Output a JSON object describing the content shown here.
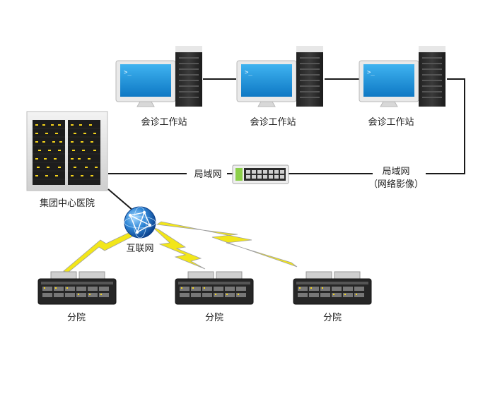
{
  "workstations": [
    {
      "label": "会诊工作站"
    },
    {
      "label": "会诊工作站"
    },
    {
      "label": "会诊工作站"
    }
  ],
  "hub": {
    "label": "集团中心医院"
  },
  "lan": {
    "left_label": "局域网",
    "right_label_line1": "局域网",
    "right_label_line2": "（网络影像）"
  },
  "internet": {
    "label": "互联网"
  },
  "branches": [
    {
      "label": "分院"
    },
    {
      "label": "分院"
    },
    {
      "label": "分院"
    }
  ],
  "colors": {
    "screen_blue": "#1d8fd6",
    "line_dark": "#1a1a1a",
    "lightning_yellow": "#f2e61a",
    "globe_blue": "#1e6fc0"
  }
}
